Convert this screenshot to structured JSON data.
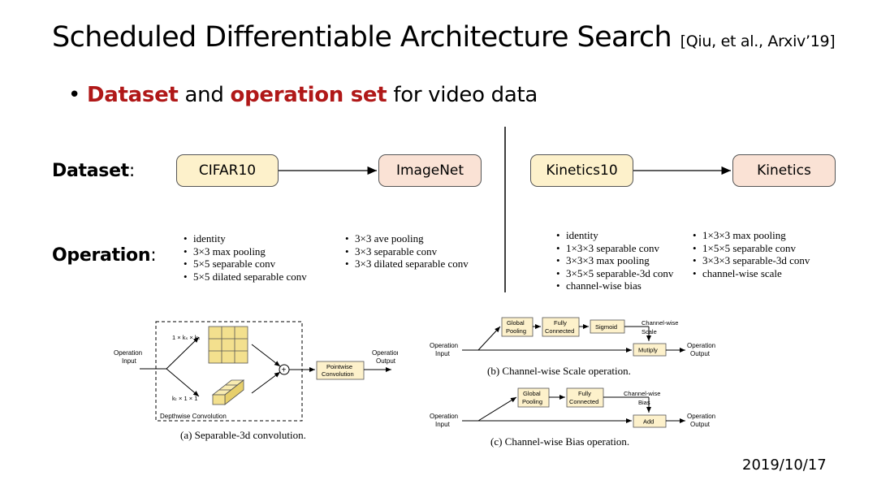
{
  "slide": {
    "title": "Scheduled Differentiable Architecture Search",
    "citation": "[Qiu, et al., Arxiv’19]",
    "bullet": {
      "part1": "Dataset",
      "part2": " and ",
      "part3": "operation set",
      "part4": " for video data"
    },
    "dataset_label": "Dataset",
    "operation_label": "Operation",
    "colon": ":",
    "date": "2019/10/17"
  },
  "image_side": {
    "source": "CIFAR10",
    "target": "ImageNet",
    "ops_col1": [
      "identity",
      "3×3 max pooling",
      "5×5 separable conv",
      "5×5 dilated separable conv"
    ],
    "ops_col2": [
      "3×3 ave pooling",
      "3×3 separable conv",
      "3×3 dilated separable conv"
    ]
  },
  "video_side": {
    "source": "Kinetics10",
    "target": "Kinetics",
    "ops_col1": [
      "identity",
      "1×3×3 separable conv",
      "3×3×3 max pooling",
      "3×5×5 separable-3d conv",
      "channel-wise bias"
    ],
    "ops_col2": [
      "1×3×3 max pooling",
      "1×5×5 separable conv",
      "3×3×3 separable-3d conv",
      "channel-wise scale"
    ]
  },
  "fig_a": {
    "input": [
      "Operation",
      "Input"
    ],
    "spatial_kernel": "1 × kₛ × kₛ",
    "temporal_kernel": "kₜ × 1 × 1",
    "plus": "+",
    "pointwise": [
      "Pointwise",
      "Convolution"
    ],
    "output": [
      "Operation",
      "Output"
    ],
    "group_label": "Depthwise Convolution",
    "caption": "(a)  Separable-3d convolution."
  },
  "fig_b": {
    "input": [
      "Operation",
      "Input"
    ],
    "global_pooling": [
      "Global",
      "Pooling"
    ],
    "fully_connected": [
      "Fully",
      "Connected"
    ],
    "sigmoid": "Sigmoid",
    "channel_label": [
      "Channel-wise",
      "Scale"
    ],
    "multiply": "Mutiply",
    "output": [
      "Operation",
      "Output"
    ],
    "caption": "(b)  Channel-wise Scale operation."
  },
  "fig_c": {
    "input": [
      "Operation",
      "Input"
    ],
    "global_pooling": [
      "Global",
      "Pooling"
    ],
    "fully_connected": [
      "Fully",
      "Connected"
    ],
    "channel_label": [
      "Channel-wise",
      "Bias"
    ],
    "add": "Add",
    "output": [
      "Operation",
      "Output"
    ],
    "caption": "(c)  Channel-wise Bias operation."
  }
}
